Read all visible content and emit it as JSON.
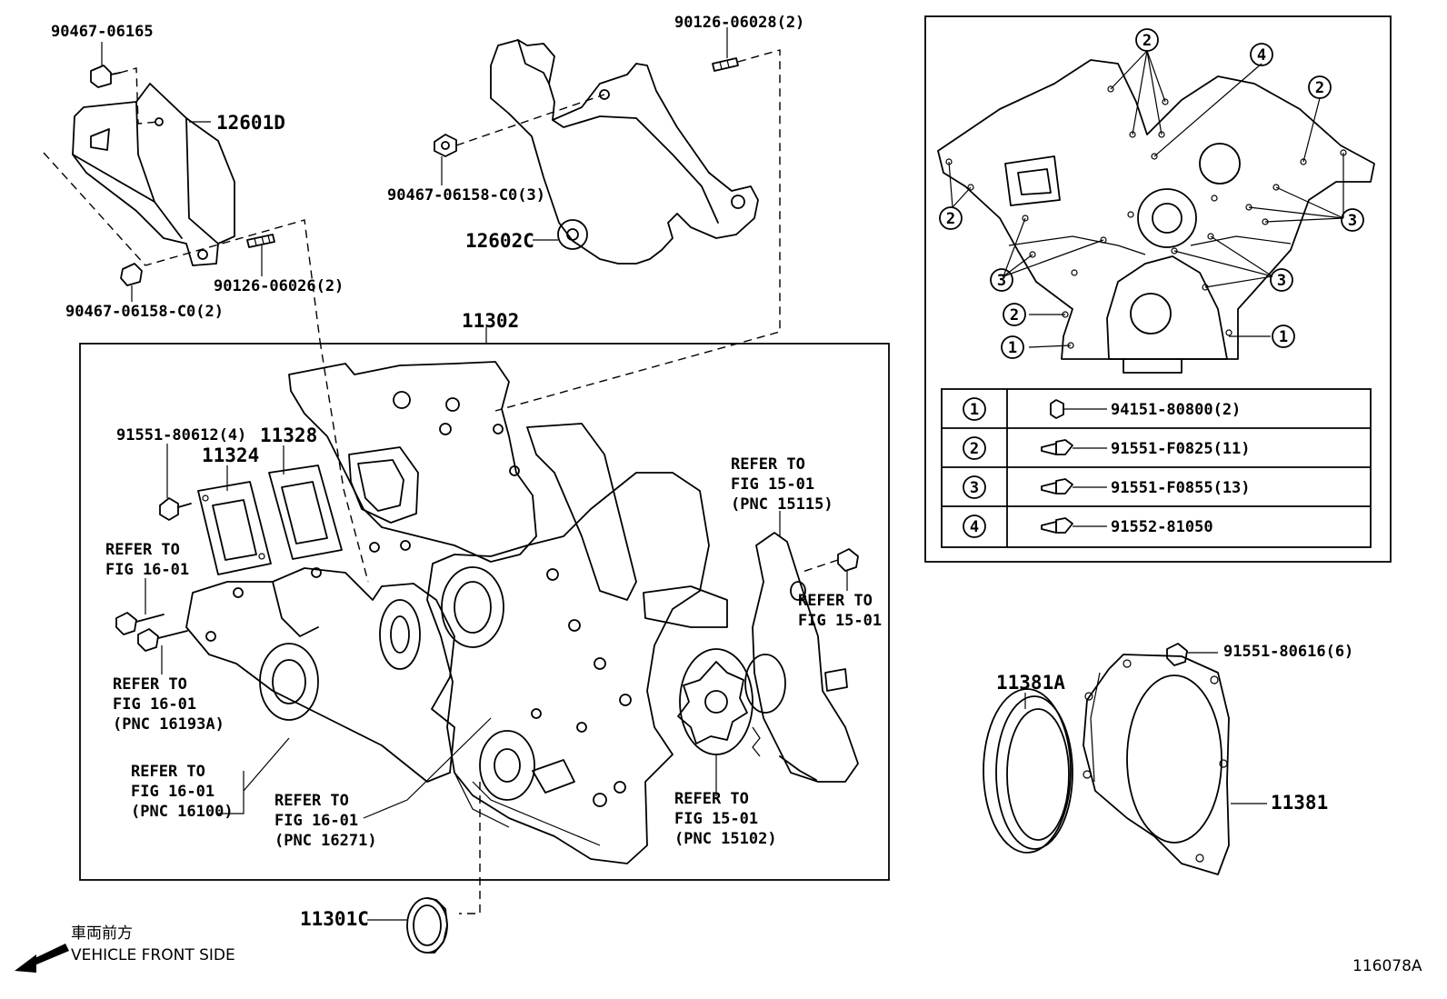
{
  "parts": {
    "p90467_06165": "90467-06165",
    "p12601D": "12601D",
    "p90467_06158_C0_2": "90467-06158-C0(2)",
    "p90126_06026": "90126-06026(2)",
    "p90126_06028": "90126-06028(2)",
    "p90467_06158_C0_3": "90467-06158-C0(3)",
    "p12602C": "12602C",
    "p11302": "11302",
    "p91551_80612": "91551-80612(4)",
    "p11324": "11324",
    "p11328": "11328",
    "p11381A": "11381A",
    "p11381": "11381",
    "p91551_80616": "91551-80616(6)",
    "p11301C": "11301C"
  },
  "refs": {
    "r16_01_a": [
      "REFER TO",
      "FIG 16-01"
    ],
    "r16_01_pnc16193A": [
      "REFER TO",
      "FIG 16-01",
      "(PNC 16193A)"
    ],
    "r16_01_pnc16100": [
      "REFER TO",
      "FIG 16-01",
      "(PNC 16100)"
    ],
    "r16_01_pnc16271": [
      "REFER TO",
      "FIG 16-01",
      "(PNC 16271)"
    ],
    "r15_01_pnc15102": [
      "REFER TO",
      "FIG 15-01",
      "(PNC 15102)"
    ],
    "r15_01_pnc15115": [
      "REFER TO",
      "FIG 15-01",
      "(PNC 15115)"
    ],
    "r15_01_b": [
      "REFER TO",
      "FIG 15-01"
    ]
  },
  "inset": {
    "callouts": [
      "1",
      "2",
      "3",
      "4"
    ],
    "legend": [
      {
        "num": "1",
        "part": "94151-80800(2)"
      },
      {
        "num": "2",
        "part": "91551-F0825(11)"
      },
      {
        "num": "3",
        "part": "91551-F0855(13)"
      },
      {
        "num": "4",
        "part": "91552-81050"
      }
    ]
  },
  "footer": {
    "front_jp": "車両前方",
    "front_en": "VEHICLE FRONT SIDE",
    "figure_id": "116078A"
  }
}
